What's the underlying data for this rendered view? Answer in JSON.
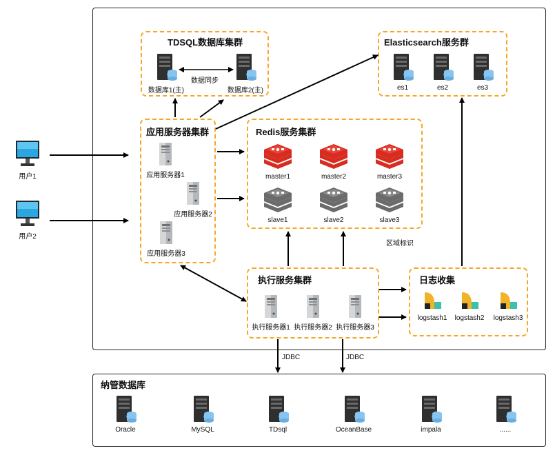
{
  "clusters": {
    "tdsql": {
      "title": "TDSQL数据库集群",
      "sync_label": "数据同步",
      "nodes": [
        "数据库1(主)",
        "数据库2(主)"
      ]
    },
    "es": {
      "title": "Elasticsearch服务群",
      "nodes": [
        "es1",
        "es2",
        "es3"
      ]
    },
    "app": {
      "title": "应用服务器集群",
      "nodes": [
        "应用服务器1",
        "应用服务器2",
        "应用服务器3"
      ]
    },
    "redis": {
      "title": "Redis服务集群",
      "masters": [
        "master1",
        "master2",
        "master3"
      ],
      "slaves": [
        "slave1",
        "slave2",
        "slave3"
      ]
    },
    "exec": {
      "title": "执行服务集群",
      "nodes": [
        "执行服务器1",
        "执行服务器2",
        "执行服务器3"
      ]
    },
    "log": {
      "title": "日志收集",
      "nodes": [
        "logstash1",
        "logstash2",
        "logstash3"
      ]
    },
    "managed": {
      "title": "纳管数据库",
      "nodes": [
        "Oracle",
        "MySQL",
        "TDsql",
        "OceanBase",
        "impala",
        "......"
      ]
    }
  },
  "users": [
    "用户1",
    "用户2"
  ],
  "region_label": "区域标识",
  "jdbc_label": "JDBC",
  "colors": {
    "cluster_border": "#f5a623",
    "redis_master": "#d82c20",
    "redis_slave": "#6b6b6b",
    "db_disk": "#88c4f0",
    "logstash_yellow": "#f0b429",
    "logstash_teal": "#3fbfad"
  }
}
